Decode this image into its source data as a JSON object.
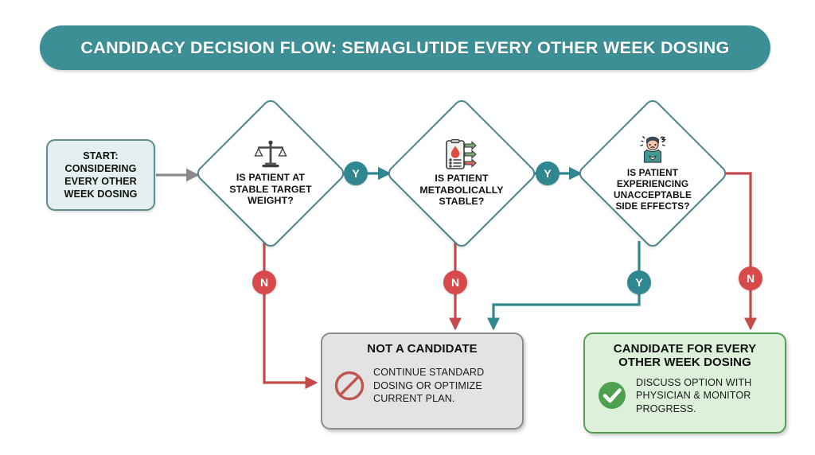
{
  "header": {
    "title": "Candidacy Decision Flow: Semaglutide Every Other Week Dosing"
  },
  "colors": {
    "header_teal": "#3d8f96",
    "diamond_border": "#4d868c",
    "start_fill": "#e3f0ef",
    "start_border": "#5d8c8e",
    "yes_badge": "#2f8790",
    "no_badge": "#d8494a",
    "yes_wire": "#2f8790",
    "no_wire": "#c4494a",
    "start_wire": "#8a8a8a",
    "not_candidate_fill": "#e3e3e3",
    "not_candidate_border": "#8c8c8c",
    "candidate_fill": "#dcf0da",
    "candidate_border": "#53a052",
    "text": "#111111"
  },
  "start": {
    "label": "START:\nCONSIDERING\nEVERY OTHER\nWEEK DOSING"
  },
  "decisions": [
    {
      "id": "stable-target-weight",
      "label": "IS PATIENT AT\nSTABLE TARGET\nWEIGHT?",
      "icon": "balance-scale-icon"
    },
    {
      "id": "metabolically-stable",
      "label": "IS PATIENT\nMETABOLICALLY\nSTABLE?",
      "icon": "lab-report-icon"
    },
    {
      "id": "unacceptable-side-effects",
      "label": "IS PATIENT\nEXPERIENCING\nUNACCEPTABLE\nSIDE EFFECTS?",
      "icon": "patient-discomfort-icon"
    }
  ],
  "badges": {
    "yes": "Y",
    "no": "N"
  },
  "edges": [
    {
      "from": "start",
      "to": "stable-target-weight",
      "label": ""
    },
    {
      "from": "stable-target-weight",
      "to": "metabolically-stable",
      "label": "Y"
    },
    {
      "from": "stable-target-weight",
      "to": "not-a-candidate",
      "label": "N"
    },
    {
      "from": "metabolically-stable",
      "to": "unacceptable-side-effects",
      "label": "Y"
    },
    {
      "from": "metabolically-stable",
      "to": "not-a-candidate",
      "label": "N"
    },
    {
      "from": "unacceptable-side-effects",
      "to": "not-a-candidate",
      "label": "Y"
    },
    {
      "from": "unacceptable-side-effects",
      "to": "candidate-for-every-other-week-dosing",
      "label": "N"
    }
  ],
  "outcomes": {
    "not_candidate": {
      "title": "NOT A CANDIDATE",
      "text": "CONTINUE STANDARD\nDOSING OR OPTIMIZE\nCURRENT PLAN.",
      "icon": "prohibited-icon"
    },
    "candidate": {
      "title": "CANDIDATE FOR EVERY\nOTHER WEEK DOSING",
      "text": "DISCUSS OPTION WITH\nPHYSICIAN & MONITOR\nPROGRESS.",
      "icon": "check-circle-icon"
    }
  }
}
